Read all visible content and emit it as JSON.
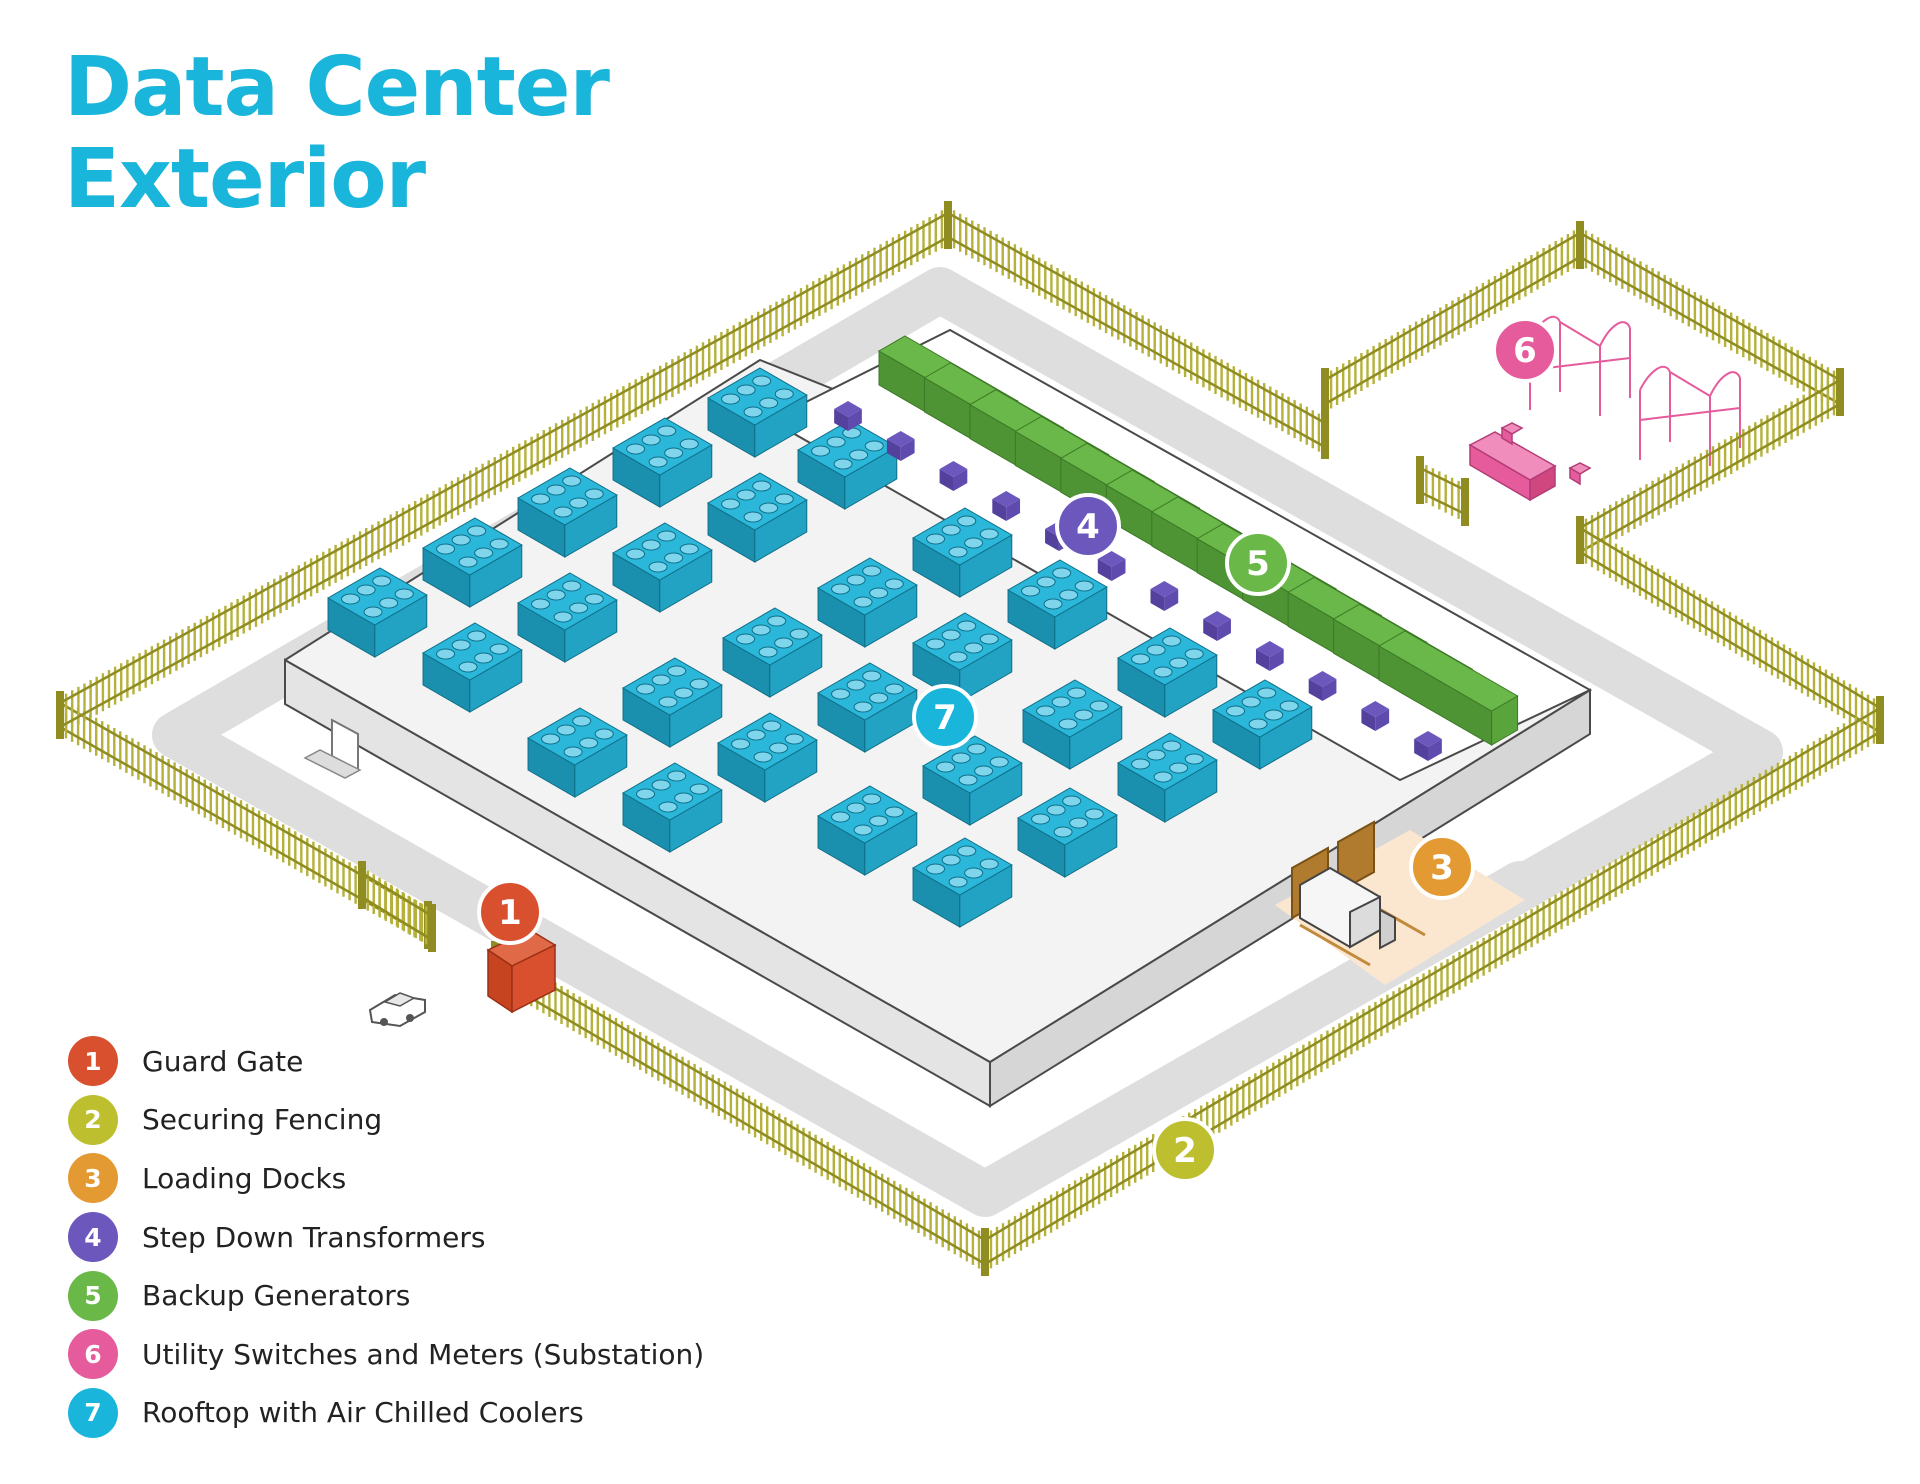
{
  "title": {
    "line1": "Data Center",
    "line2": "Exterior",
    "color": "#1ab5db"
  },
  "markers": [
    {
      "number": "1",
      "label": "Guard Gate",
      "color": "#d9502e"
    },
    {
      "number": "2",
      "label": "Securing Fencing",
      "color": "#bdbf2f"
    },
    {
      "number": "3",
      "label": "Loading Docks",
      "color": "#e39a33"
    },
    {
      "number": "4",
      "label": "Step Down Transformers",
      "color": "#6c57bd"
    },
    {
      "number": "5",
      "label": "Backup Generators",
      "color": "#69b848"
    },
    {
      "number": "6",
      "label": "Utility Switches and Meters (Substation)",
      "color": "#e65b9c"
    },
    {
      "number": "7",
      "label": "Rooftop with Air Chilled Coolers",
      "color": "#1ab5db"
    }
  ],
  "palette": {
    "fence": "#b5b13a",
    "fence_dark": "#8f8c22",
    "road": "#dedede",
    "roof": "#f3f3f3",
    "building_outline": "#4a4a4a",
    "cooler": "#2bb7d9",
    "cooler_dark": "#1b8fae",
    "generator": "#6bb84a",
    "generator_dark": "#4e9334",
    "transformer": "#6c57bd",
    "substation": "#e65b9c",
    "dock_floor": "#fbe7cf",
    "dock_door": "#b07b2e"
  }
}
